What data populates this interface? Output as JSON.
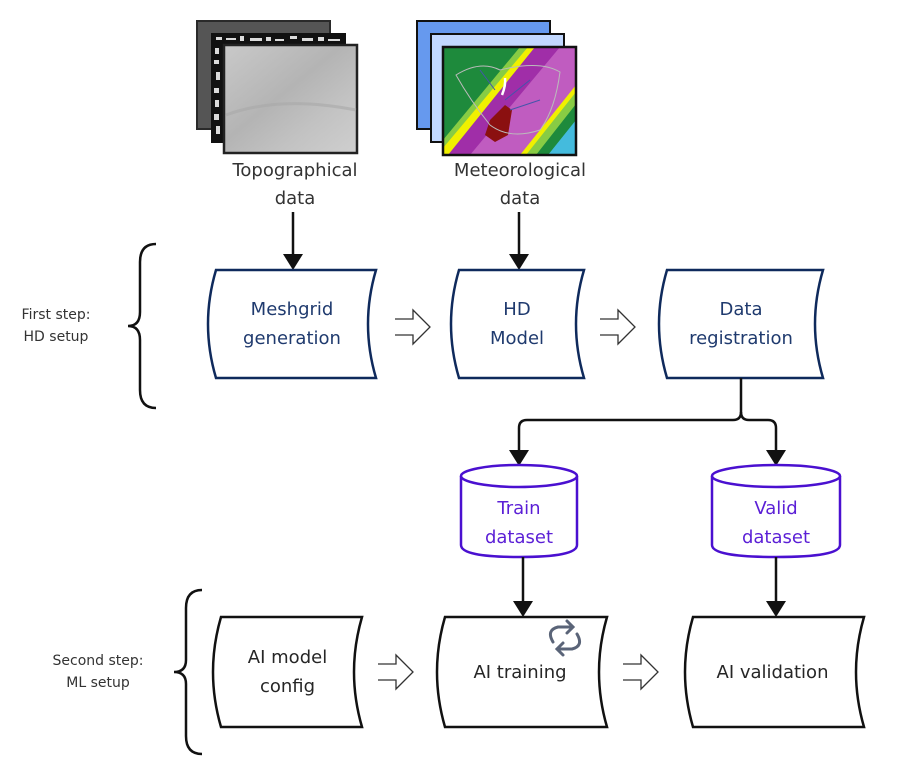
{
  "inputs": {
    "topographical": {
      "label": "Topographical\ndata",
      "icon": "topography-layers-icon"
    },
    "meteorological": {
      "label": "Meteorological\ndata",
      "icon": "weather-map-layers-icon"
    }
  },
  "groups": {
    "first": {
      "label": "First step:\nHD setup"
    },
    "second": {
      "label": "Second step:\nML setup"
    }
  },
  "nodes": {
    "meshgrid": {
      "label": "Meshgrid\ngeneration",
      "shape": "stored-data",
      "color": "#1f3a6e"
    },
    "hd_model": {
      "label": "HD\nModel",
      "shape": "stored-data",
      "color": "#1f3a6e"
    },
    "data_registration": {
      "label": "Data\nregistration",
      "shape": "stored-data",
      "color": "#1f3a6e"
    },
    "train_dataset": {
      "label": "Train\ndataset",
      "shape": "database",
      "color": "#5b1fd6"
    },
    "valid_dataset": {
      "label": "Valid\ndataset",
      "shape": "database",
      "color": "#5b1fd6"
    },
    "ai_model_config": {
      "label": "AI model\nconfig",
      "shape": "stored-data",
      "color": "#262626"
    },
    "ai_training": {
      "label": "AI training",
      "shape": "stored-data",
      "color": "#262626",
      "icon": "refresh-cycle-icon"
    },
    "ai_validation": {
      "label": "AI validation",
      "shape": "stored-data",
      "color": "#262626"
    }
  },
  "edges": [
    {
      "from": "topographical",
      "to": "meshgrid",
      "style": "solid-arrow"
    },
    {
      "from": "meteorological",
      "to": "hd_model",
      "style": "solid-arrow"
    },
    {
      "from": "meshgrid",
      "to": "hd_model",
      "style": "hollow-arrow"
    },
    {
      "from": "hd_model",
      "to": "data_registration",
      "style": "hollow-arrow"
    },
    {
      "from": "data_registration",
      "to": "train_dataset",
      "style": "solid-arrow"
    },
    {
      "from": "data_registration",
      "to": "valid_dataset",
      "style": "solid-arrow"
    },
    {
      "from": "train_dataset",
      "to": "ai_training",
      "style": "solid-arrow"
    },
    {
      "from": "valid_dataset",
      "to": "ai_validation",
      "style": "solid-arrow"
    },
    {
      "from": "ai_model_config",
      "to": "ai_training",
      "style": "hollow-arrow"
    },
    {
      "from": "ai_training",
      "to": "ai_validation",
      "style": "hollow-arrow"
    }
  ],
  "colors": {
    "hd_stroke": "#0f2a5c",
    "dataset_stroke": "#4a10d0",
    "ml_stroke": "#111111",
    "arrow": "#111111",
    "refresh_icon": "#5a6478"
  }
}
